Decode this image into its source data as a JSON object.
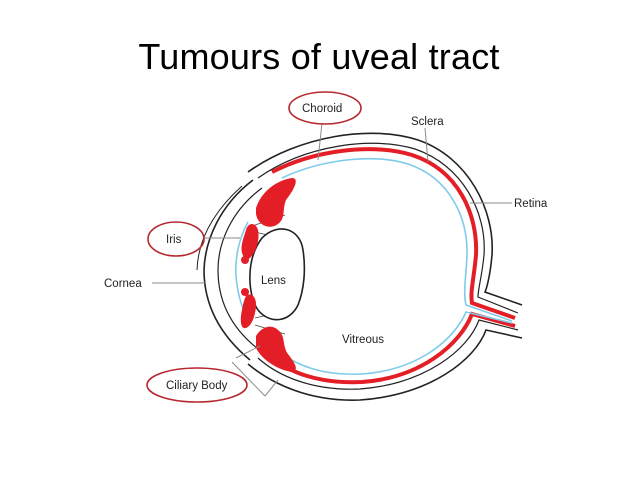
{
  "slide": {
    "title": "Tumours of uveal tract"
  },
  "diagram": {
    "labels": {
      "choroid": "Choroid",
      "sclera": "Sclera",
      "retina": "Retina",
      "iris": "Iris",
      "cornea": "Cornea",
      "lens": "Lens",
      "vitreous": "Vitreous",
      "ciliary_body": "Ciliary Body"
    },
    "colors": {
      "uvea": "#e41e26",
      "retina": "#7fcbea",
      "highlight_ring": "#b5272d",
      "outline": "#222222",
      "leader_line": "#8a8a8a"
    },
    "highlighted_labels": [
      "Choroid",
      "Iris",
      "Ciliary Body"
    ]
  }
}
